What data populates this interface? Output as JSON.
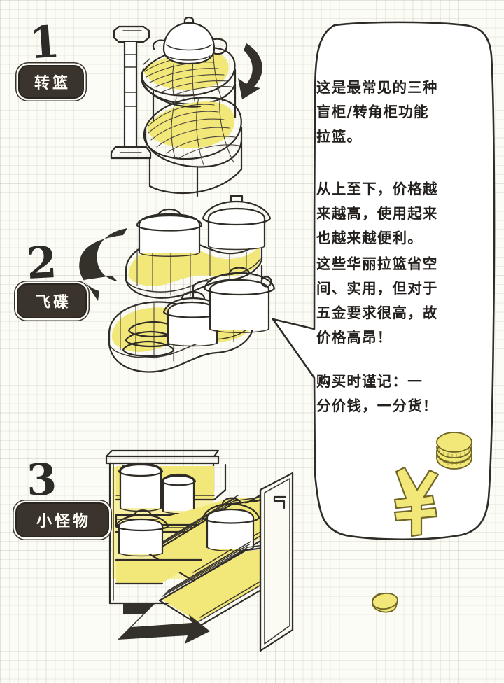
{
  "page": {
    "title": "盲柜/转角柜功能拉篮三种类型手绘图解",
    "background": "#fcfcf6",
    "ink_color": "#2d2b27",
    "accent_yellow": "#f2e87a",
    "accent_yellow_dark": "#e8da55",
    "badge_bg": "#3a342d"
  },
  "steps": [
    {
      "number": "1",
      "label": "转篮",
      "illustration": "two-tier-rotating-carousel-basket-with-teapot",
      "arrow": "curved-arrow-down-left"
    },
    {
      "number": "2",
      "label": "飞碟",
      "illustration": "two-tier-kidney-shaped-flying-saucer-tray-with-pots",
      "arrow": "curved-arrow-down-left"
    },
    {
      "number": "3",
      "label": "小怪物",
      "illustration": "pull-out-magic-corner-cabinet-with-door-and-shelves",
      "arrow": "zigzag-arrow-right"
    }
  ],
  "bubble": {
    "paragraphs": [
      "这是最常见的三种\n盲柜/转角柜功能\n拉篮。",
      "从上至下，价格越\n来越高，使用起来\n也越来越便利。",
      "这些华丽拉篮省空\n间、实用，但对于\n五金要求很高，故\n价格高昂！",
      "购买时谨记：一\n分价钱，一分货！"
    ],
    "decorations": [
      {
        "name": "coin-stack-icon",
        "symbol": "coins"
      },
      {
        "name": "yen-currency-icon",
        "symbol": "¥"
      },
      {
        "name": "single-coin-icon",
        "symbol": "coin"
      }
    ]
  }
}
